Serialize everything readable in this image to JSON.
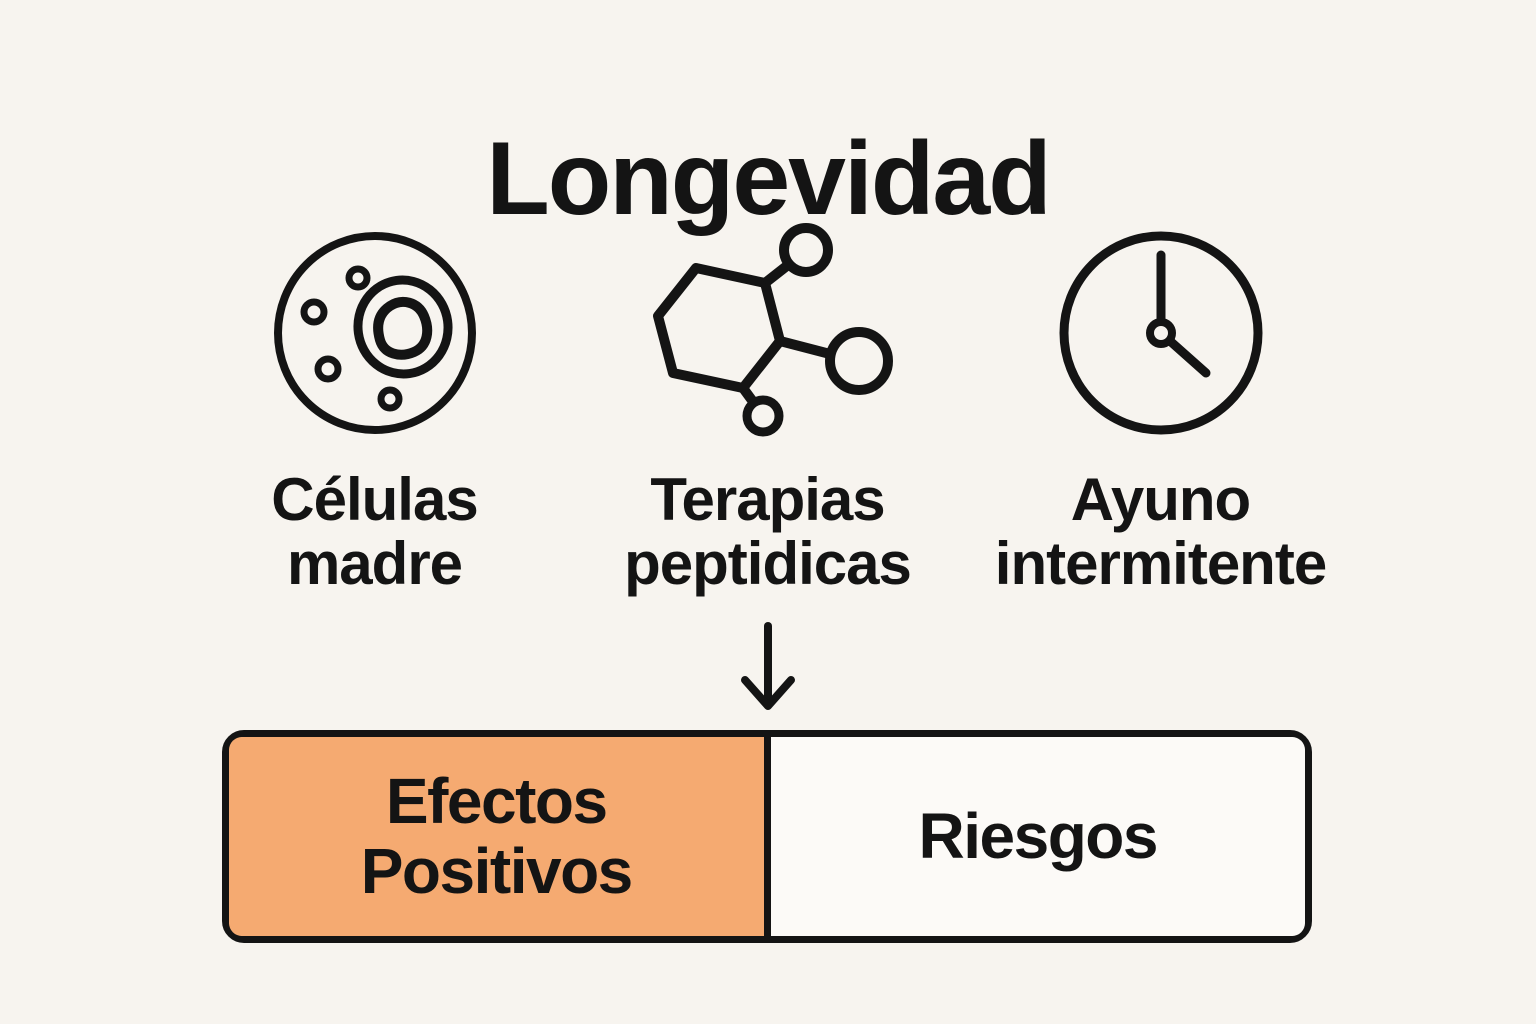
{
  "title": "Longevidad",
  "pillars": [
    {
      "icon": "stem-cell-icon",
      "label": "Células madre"
    },
    {
      "icon": "molecule-icon",
      "label": "Terapias peptidicas"
    },
    {
      "icon": "clock-icon",
      "label": "Ayuno intermitente"
    }
  ],
  "arrow": {
    "icon": "down-arrow-icon"
  },
  "outcomes": {
    "positive": {
      "label": "Efectos Positivos",
      "color": "#F5AA71"
    },
    "risks": {
      "label": "Riesgos",
      "color": "#FCFAF7"
    }
  },
  "colors": {
    "background": "#F7F4EF",
    "ink": "#141414",
    "accent_orange": "#F5AA71",
    "panel_white": "#FCFAF7"
  }
}
